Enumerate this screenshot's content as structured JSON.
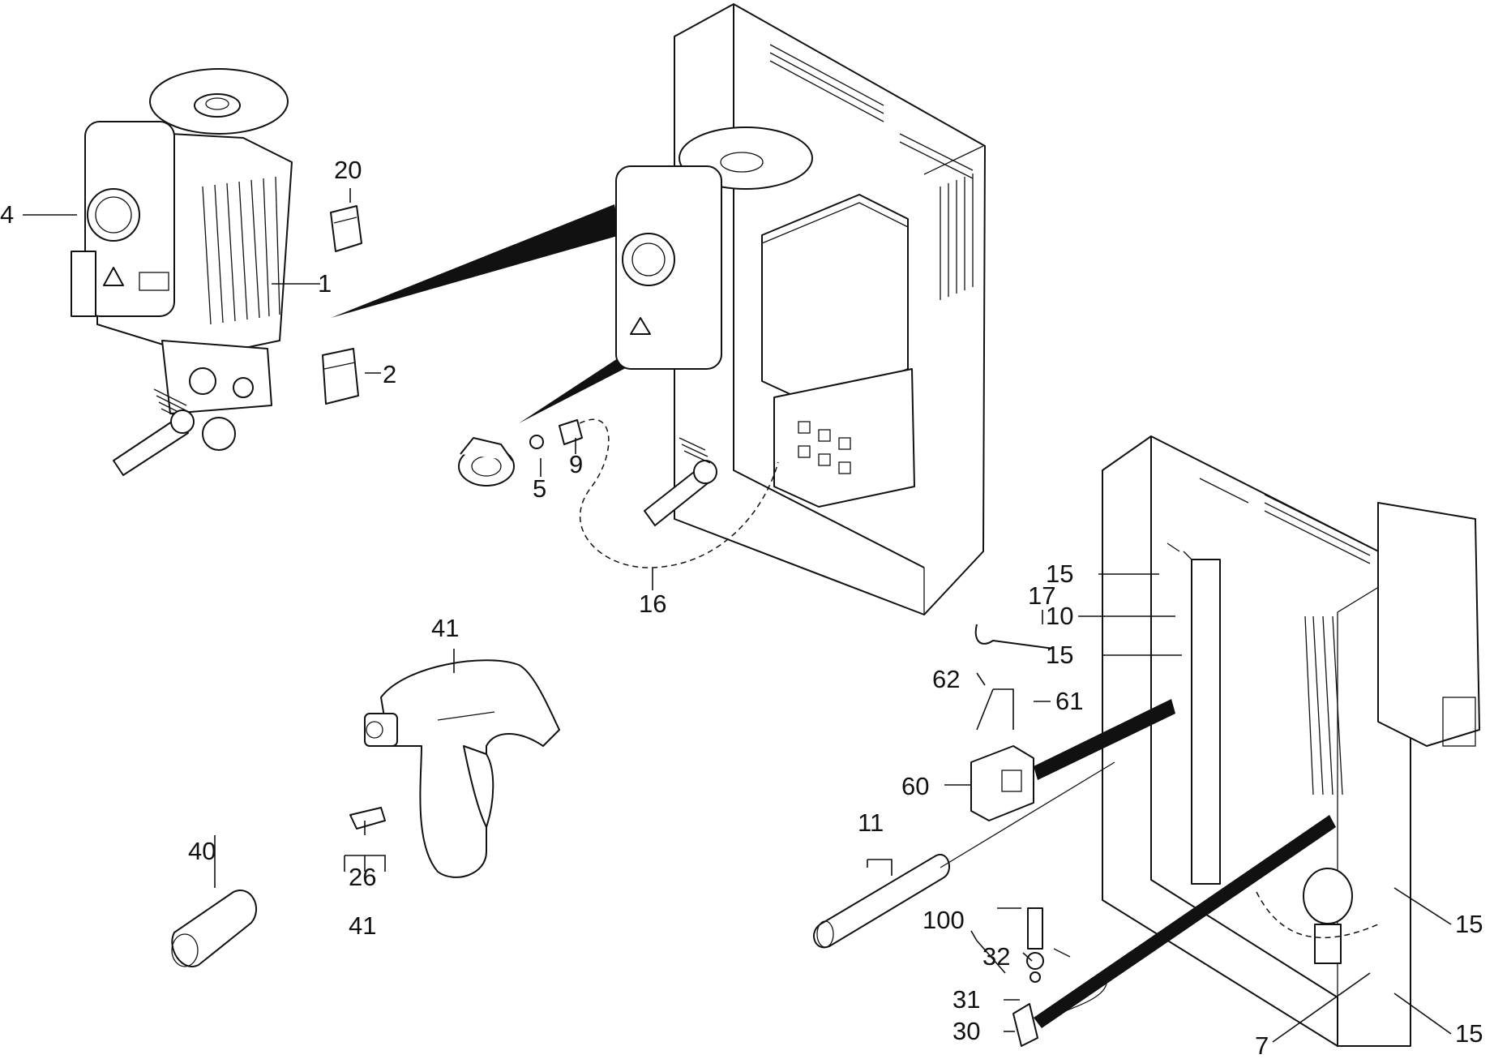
{
  "diagram": {
    "callouts": {
      "c4": "4",
      "c20": "20",
      "c1": "1",
      "c2": "2",
      "c5": "5",
      "c9": "9",
      "c16": "16",
      "c41a": "41",
      "c26": "26",
      "c41b": "41",
      "c40": "40",
      "c15a": "15",
      "c10": "10",
      "c17": "17",
      "c15b": "15",
      "c62": "62",
      "c61": "61",
      "c60": "60",
      "c11": "11",
      "c100": "100",
      "c32": "32",
      "c31": "31",
      "c30": "30",
      "c7": "7",
      "c15c": "15",
      "c15d": "15"
    }
  }
}
